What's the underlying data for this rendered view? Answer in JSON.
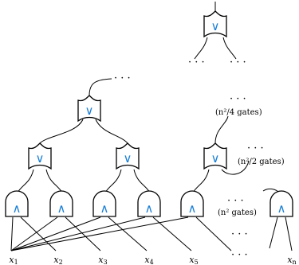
{
  "gate_symbols": {
    "or": "∨",
    "and": "∧"
  },
  "gate_color": "#1a7fd6",
  "ellipsis": "· · ·",
  "notes": {
    "or_top": "(n²/4 gates)",
    "or_mid": "(n²/2 gates)",
    "and": "(n² gates)"
  },
  "inputs": [
    {
      "base": "x",
      "sub": "1"
    },
    {
      "base": "x",
      "sub": "2"
    },
    {
      "base": "x",
      "sub": "3"
    },
    {
      "base": "x",
      "sub": "4"
    },
    {
      "base": "x",
      "sub": "5"
    },
    {
      "base": "x",
      "sub": "n"
    }
  ]
}
